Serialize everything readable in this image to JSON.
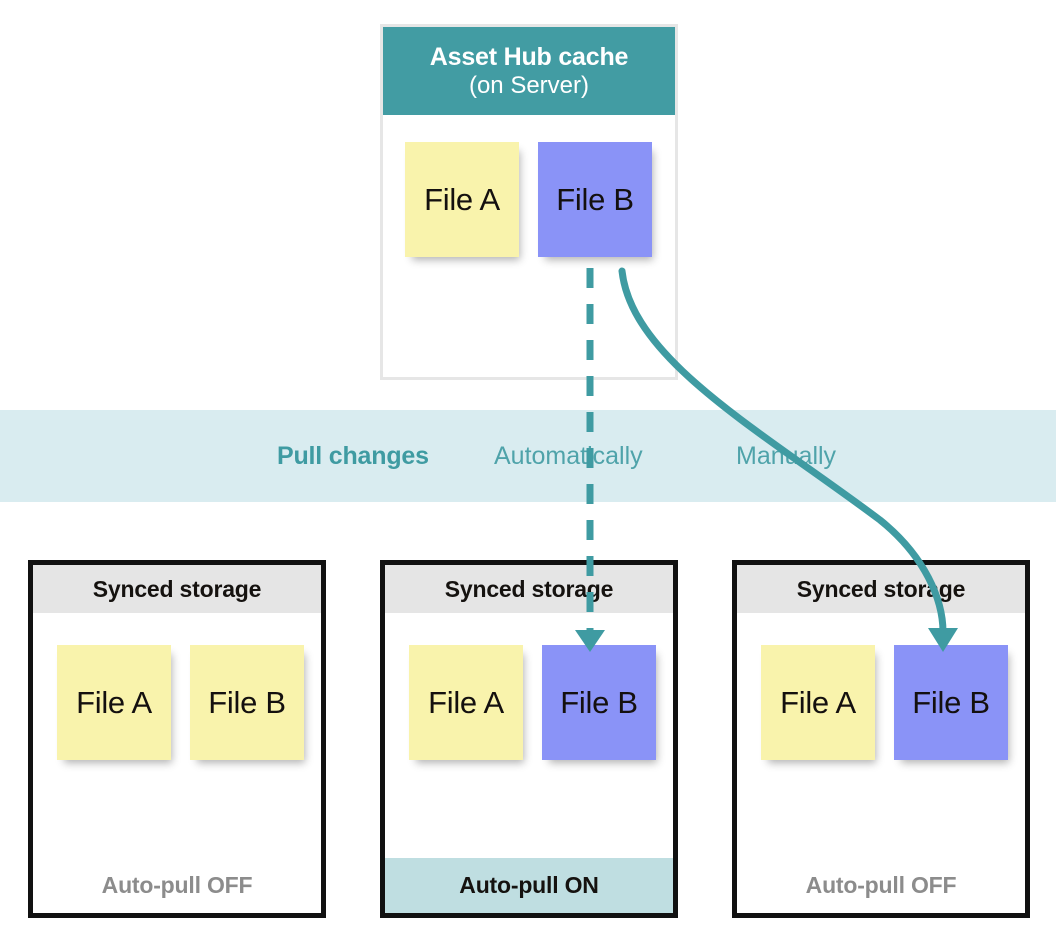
{
  "diagram": {
    "title_visible": false,
    "colors": {
      "teal_header": "#429ca3",
      "teal_band": "#d9ecf0",
      "teal_text": "#4fa3aa",
      "teal_arrow": "#3f9ba2",
      "note_yellow": "#f9f3ac",
      "note_blue": "#8a93f7",
      "storage_header_gray": "#e5e5e5",
      "storage_border": "#111111",
      "off_text_gray": "#8c8c8c",
      "on_footer_bg": "#bfdee1"
    }
  },
  "hub": {
    "title": "Asset Hub cache",
    "subtitle": "(on Server)",
    "notes": [
      {
        "label": "File A",
        "color": "yellow"
      },
      {
        "label": "File B",
        "color": "blue"
      }
    ]
  },
  "pull_band": {
    "main_label": "Pull changes",
    "automatic_label": "Automatically",
    "manual_label": "Manually"
  },
  "storages": [
    {
      "header": "Synced storage",
      "footer": "Auto-pull OFF",
      "auto_pull": "OFF",
      "notes": [
        {
          "label": "File A",
          "color": "yellow"
        },
        {
          "label": "File B",
          "color": "yellow"
        }
      ]
    },
    {
      "header": "Synced storage",
      "footer": "Auto-pull ON",
      "auto_pull": "ON",
      "notes": [
        {
          "label": "File A",
          "color": "yellow"
        },
        {
          "label": "File B",
          "color": "blue"
        }
      ]
    },
    {
      "header": "Synced storage",
      "footer": "Auto-pull OFF",
      "auto_pull": "OFF",
      "notes": [
        {
          "label": "File A",
          "color": "yellow"
        },
        {
          "label": "File B",
          "color": "blue"
        }
      ]
    }
  ],
  "arrows": [
    {
      "name": "automatic-pull-arrow",
      "style": "dashed",
      "from": "hub-file-b",
      "to": "storage-2-file-b"
    },
    {
      "name": "manual-pull-arrow",
      "style": "solid-curved",
      "from": "hub-file-b",
      "to": "storage-3-file-b"
    }
  ]
}
